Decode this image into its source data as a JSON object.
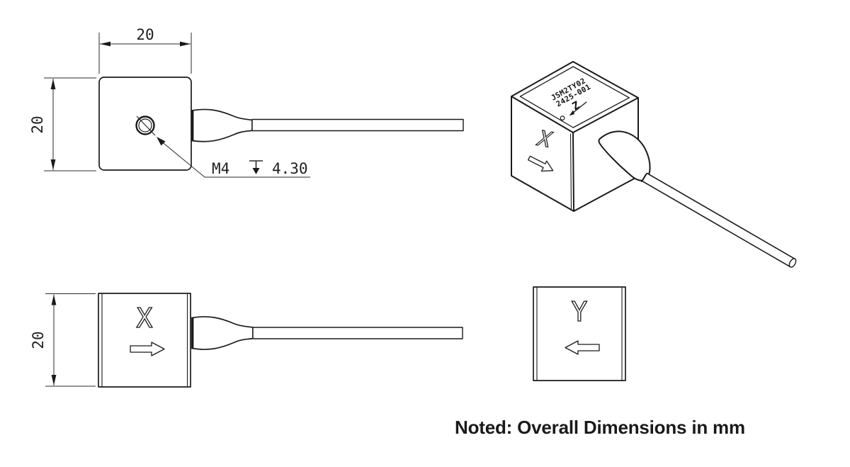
{
  "note": {
    "text": "Noted: Overall Dimensions in mm"
  },
  "colors": {
    "line": "#1a1a1a",
    "background": "#ffffff"
  },
  "top_view": {
    "width_dim": "20",
    "height_dim": "20",
    "hole_thread": "M4",
    "hole_depth": "4.30"
  },
  "front_view": {
    "height_dim": "20",
    "axis": "X"
  },
  "rear_view": {
    "axis": "Y"
  },
  "iso_view": {
    "label_line1": "JSM2TY02",
    "label_line2": "2425-001",
    "top_axis": "Z",
    "side_axis": "X"
  }
}
